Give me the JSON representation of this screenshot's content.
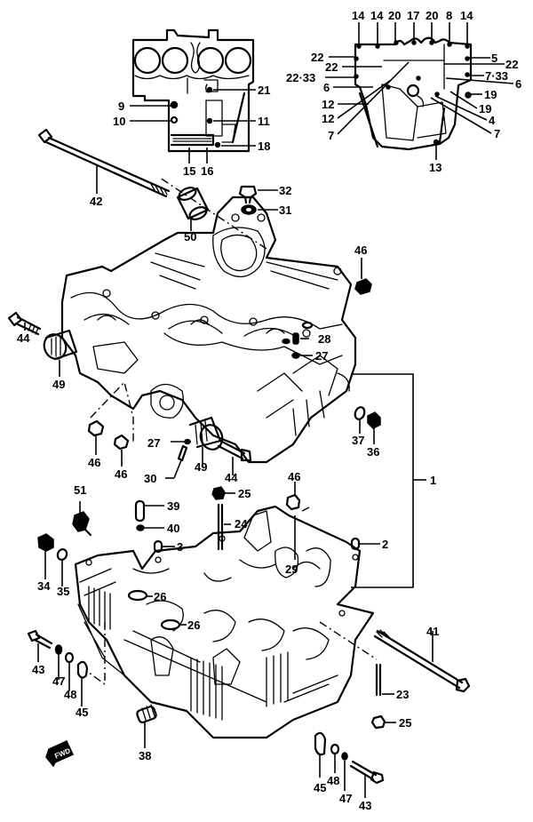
{
  "diagram": {
    "title": "Crankcase exploded parts diagram",
    "ink_color": "#000000",
    "background_color": "#ffffff",
    "direction_marker": {
      "label": "FWD",
      "icon": "forward-arrow-icon"
    },
    "inset_left": {
      "name": "upper crankcase top view",
      "callouts": [
        "9",
        "10",
        "21",
        "11",
        "18",
        "15",
        "16"
      ]
    },
    "inset_right": {
      "name": "lower crankcase bolt pattern view",
      "callouts": [
        "14",
        "14",
        "20",
        "17",
        "20",
        "8",
        "14",
        "22",
        "22",
        "22·33",
        "6",
        "12",
        "12",
        "7",
        "5",
        "22",
        "7·33",
        "6",
        "19",
        "19",
        "4",
        "7",
        "13"
      ]
    },
    "callouts": {
      "c1": "1",
      "c2": "2",
      "c3": "3",
      "c9": "9",
      "c10": "10",
      "c11": "11",
      "c15": "15",
      "c16": "16",
      "c18": "18",
      "c21": "21",
      "c4": "4",
      "c5": "5",
      "c6a": "6",
      "c6b": "6",
      "c7a": "7",
      "c7b": "7",
      "c7_33": "7·33",
      "c8": "8",
      "c12a": "12",
      "c12b": "12",
      "c13": "13",
      "c14a": "14",
      "c14b": "14",
      "c14c": "14",
      "c17": "17",
      "c19a": "19",
      "c19b": "19",
      "c20a": "20",
      "c20b": "20",
      "c22a": "22",
      "c22b": "22",
      "c22c": "22",
      "c22_33": "22·33",
      "c23": "23",
      "c24": "24",
      "c25a": "25",
      "c25b": "25",
      "c26a": "26",
      "c26b": "26",
      "c27a": "27",
      "c27b": "27",
      "c28": "28",
      "c29": "29",
      "c30": "30",
      "c31": "31",
      "c32": "32",
      "c34": "34",
      "c35": "35",
      "c36": "36",
      "c37": "37",
      "c38": "38",
      "c39": "39",
      "c40": "40",
      "c41": "41",
      "c42": "42",
      "c43a": "43",
      "c43b": "43",
      "c44a": "44",
      "c44b": "44",
      "c45a": "45",
      "c45b": "45",
      "c46a": "46",
      "c46b": "46",
      "c46c": "46",
      "c46d": "46",
      "c47a": "47",
      "c47b": "47",
      "c48a": "48",
      "c48b": "48",
      "c49a": "49",
      "c49b": "49",
      "c50": "50",
      "c51": "51"
    }
  }
}
